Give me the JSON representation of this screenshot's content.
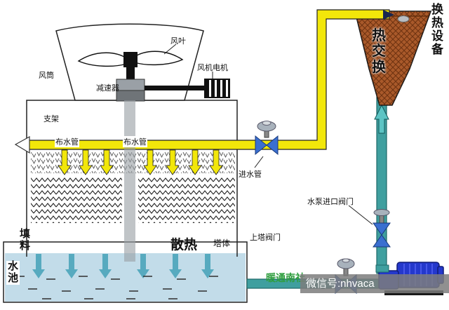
{
  "labels": {
    "fan_blade": "风叶",
    "wind_duct": "风筒",
    "fan_motor": "风机电机",
    "reducer": "减速器",
    "support": "支架",
    "water_pipe_left": "布水管",
    "water_pipe_right": "布水管",
    "inlet_pipe": "进水管",
    "pump_inlet_valve": "水泵进口阀门",
    "tower_valve": "上塔阀门",
    "fill": "填料",
    "heat_dissipation": "散热",
    "tower_body": "塔体",
    "water_pool": "水池",
    "heat_exchange": "热交换",
    "heat_exchange_equipment": "换热设备"
  },
  "watermark": {
    "brand": "暖通南社",
    "wechat": "微信号:nhvaca"
  },
  "colors": {
    "pipe_hot": "#f2e70a",
    "pipe_cold": "#3f9f9f",
    "pool_water": "#c2dce9",
    "pool_arrow": "#57aabf",
    "heat_exchanger": "#a9592a",
    "valve": "#3a6fd0",
    "actuator": "#a8b2bc",
    "pump": "#2438cc",
    "watermark_green": "#2f9e3f"
  }
}
